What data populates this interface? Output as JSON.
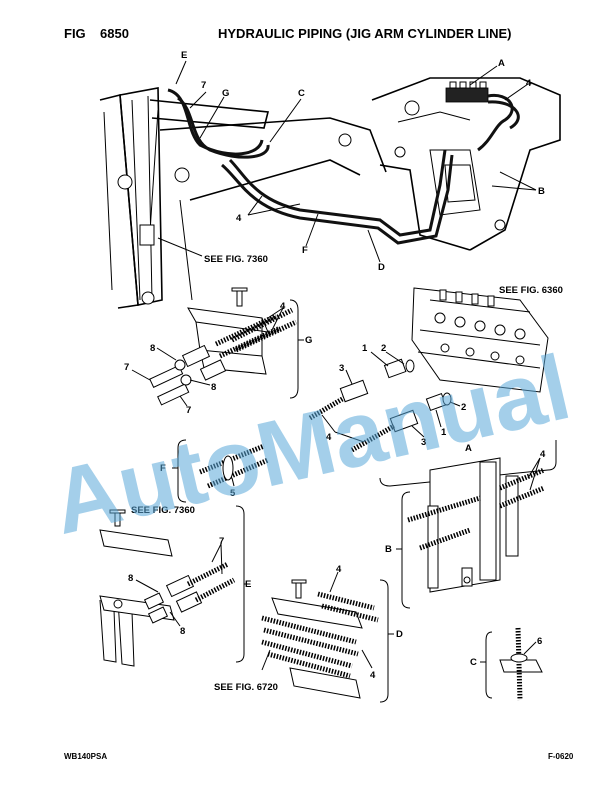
{
  "header": {
    "fig_label": "FIG",
    "fig_number": "6850",
    "title": "HYDRAULIC PIPING (JIG ARM CYLINDER LINE)"
  },
  "footer": {
    "model": "WB140PSA",
    "page_ref": "F-0620"
  },
  "watermark": {
    "text": "AutoManual"
  },
  "references": {
    "r7360a": "SEE FIG. 7360",
    "r6360": "SEE FIG. 6360",
    "r7360b": "SEE FIG. 7360",
    "r6720": "SEE FIG. 6720"
  },
  "callouts": {
    "A_top": "A",
    "A_grp": "A",
    "B_top": "B",
    "B_grp": "B",
    "C_top": "C",
    "C_grp": "C",
    "D_top": "D",
    "D_grp": "D",
    "E_top": "E",
    "E_grp": "E",
    "F_top": "F",
    "F_grp": "F",
    "G_top": "G",
    "G_grp": "G",
    "n7_top": "7",
    "n4_topright": "4",
    "n4_mid": "4",
    "n4_G": "4",
    "n8_G1": "8",
    "n8_G2": "8",
    "n7_G1": "7",
    "n7_G2": "7",
    "n1_A1": "1",
    "n2_A1": "2",
    "n3_A1": "3",
    "n4_A": "4",
    "n3_A2": "3",
    "n1_A2": "1",
    "n2_A2": "2",
    "n5_F": "5",
    "n4_B": "4",
    "n6_C": "6",
    "n7_E": "7",
    "n8_E1": "8",
    "n8_E2": "8",
    "n4_D1": "4",
    "n4_D2": "4"
  }
}
